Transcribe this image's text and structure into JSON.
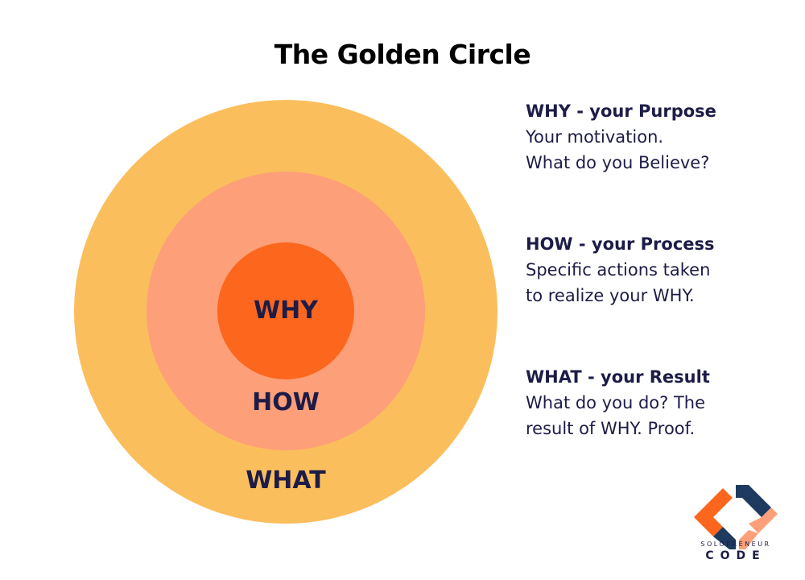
{
  "title": "The Golden Circle",
  "circles": {
    "inner_label": "WHY",
    "middle_label": "HOW",
    "outer_label": "WHAT",
    "colors": {
      "outer": "#fbbe5c",
      "middle": "#fd9f78",
      "inner": "#fc661d",
      "text": "#1d1c47"
    }
  },
  "descriptions": [
    {
      "heading": "WHY - your Purpose",
      "lines": [
        "Your motivation.",
        "What do you Believe?"
      ]
    },
    {
      "heading": "HOW - your Process",
      "lines": [
        "Specific actions taken",
        "to realize your WHY."
      ]
    },
    {
      "heading": "WHAT - your Result",
      "lines": [
        "What do you do? The",
        "result of WHY. Proof."
      ]
    }
  ],
  "logo": {
    "top_text": "SOLOPRENEUR",
    "bottom_text": "CODE",
    "colors": {
      "orange": "#fc661d",
      "peach": "#fd9f78",
      "navy": "#1f3a5f"
    }
  }
}
